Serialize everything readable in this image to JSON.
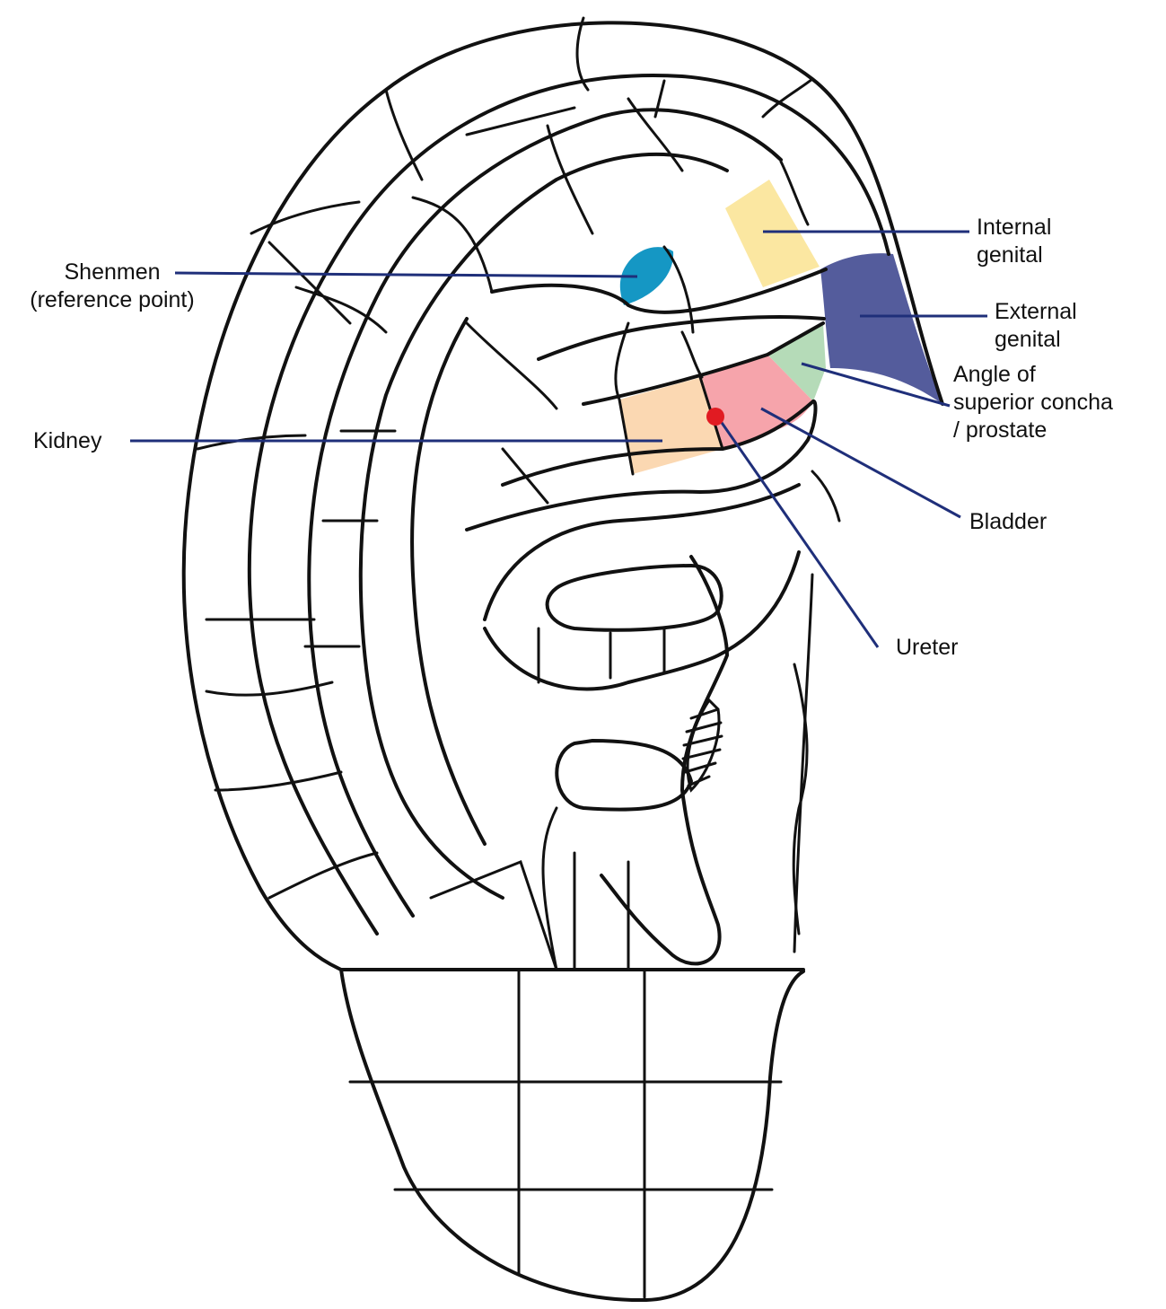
{
  "colors": {
    "outline": "#111111",
    "leader": "#1f2f7a",
    "marker": "#e11b22",
    "internal_genital": "#fbe7a1",
    "external_genital": "#545c9c",
    "shenmen": "#1597c4",
    "angle_superior_concha": "#b5dbb8",
    "bladder": "#f6a4ab",
    "kidney": "#fbd8b2"
  },
  "labels": {
    "shenmen": "Shenmen\n(reference point)",
    "kidney": "Kidney",
    "internal_genital": "Internal\ngenital",
    "external_genital": "External\ngenital",
    "angle_superior_concha": "Angle of\nsuperior concha\n/ prostate",
    "bladder": "Bladder",
    "ureter": "Ureter"
  }
}
